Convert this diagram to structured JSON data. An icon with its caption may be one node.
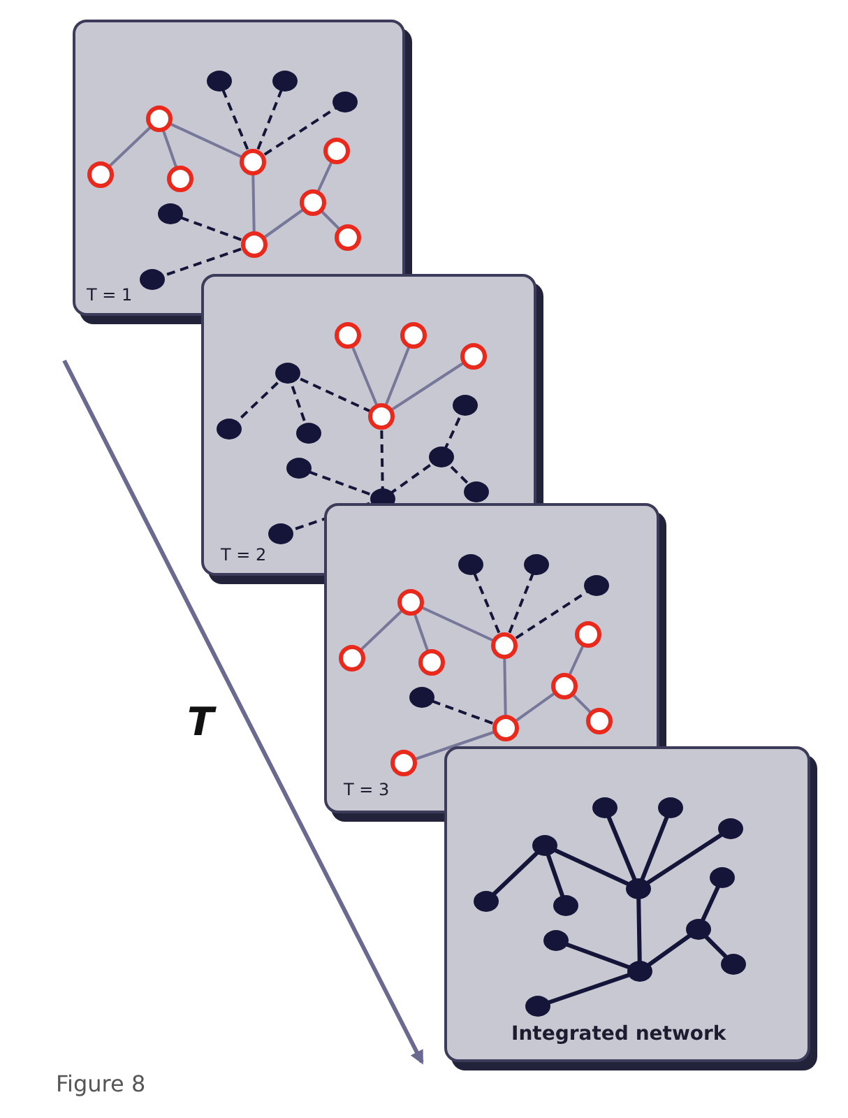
{
  "diagram": {
    "caption": "Figure 8",
    "nodes": [
      {
        "text": [
          "T = 1"
        ]
      },
      {
        "text": [
          "T = 2"
        ]
      },
      {
        "text": [
          "T = 3"
        ]
      },
      {
        "text": [
          "Integrated network"
        ]
      }
    ],
    "labels": [
      "T"
    ]
  }
}
